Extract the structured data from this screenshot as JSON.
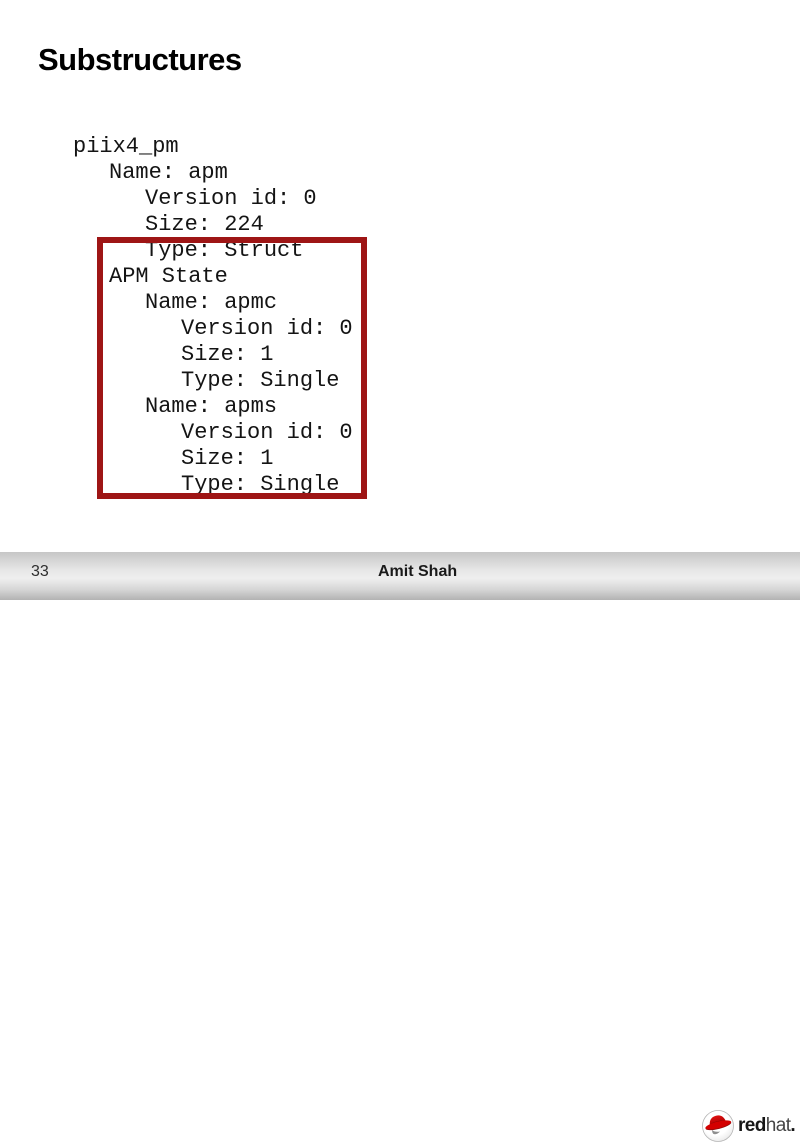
{
  "slide": {
    "title": "Substructures"
  },
  "content": {
    "lines": [
      {
        "indent": 0,
        "text": "piix4_pm"
      },
      {
        "indent": 1,
        "text": "Name: apm"
      },
      {
        "indent": 2,
        "text": "Version id: 0"
      },
      {
        "indent": 2,
        "text": "Size: 224"
      },
      {
        "indent": 2,
        "text": "Type: Struct"
      },
      {
        "indent": 1,
        "text": "APM State"
      },
      {
        "indent": 2,
        "text": "Name: apmc"
      },
      {
        "indent": 3,
        "text": "Version id: 0"
      },
      {
        "indent": 3,
        "text": "Size: 1"
      },
      {
        "indent": 3,
        "text": "Type: Single"
      },
      {
        "indent": 2,
        "text": "Name: apms"
      },
      {
        "indent": 3,
        "text": "Version id: 0"
      },
      {
        "indent": 3,
        "text": "Size: 1"
      },
      {
        "indent": 3,
        "text": "Type: Single"
      }
    ],
    "highlight": {
      "color": "#9e1515",
      "covers": "Type: Struct through final Type: Single"
    }
  },
  "footer": {
    "page_number": "33",
    "author": "Amit Shah",
    "logo": {
      "icon": "redhat-fedora-icon",
      "brand_bold": "red",
      "brand_light": "hat",
      "suffix": ".",
      "accent_color": "#cc0000"
    }
  }
}
